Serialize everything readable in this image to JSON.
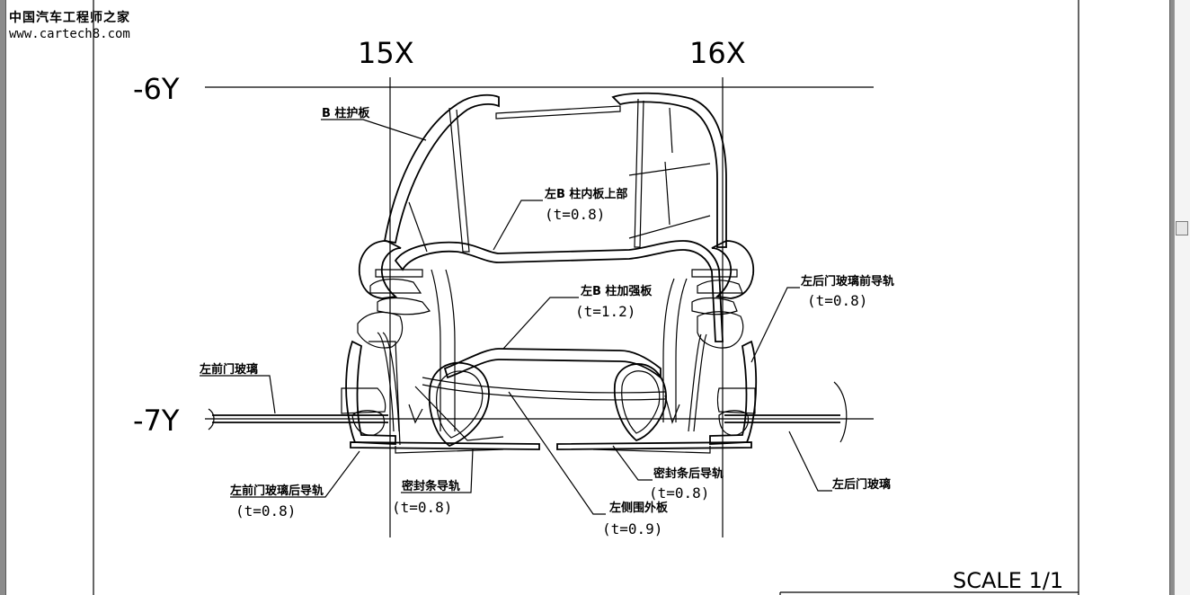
{
  "watermark": {
    "site_name": "中国汽车工程师之家",
    "url": "www.cartech8.com"
  },
  "grid": {
    "x_lines": [
      "15X",
      "16X"
    ],
    "y_lines": [
      "-6Y",
      "-7Y"
    ]
  },
  "labels": {
    "b_pillar_trim": "B 柱护板",
    "b_inner_upper": "左B 柱内板上部",
    "b_inner_upper_t": "(t=0.8)",
    "b_reinforcement": "左B 柱加强板",
    "b_reinforcement_t": "(t=1.2)",
    "rear_door_glass_front_guide": "左后门玻璃前导轨",
    "rear_door_glass_front_guide_t": "(t=0.8)",
    "front_door_glass": "左前门玻璃",
    "front_door_glass_rear_guide": "左前门玻璃后导轨",
    "front_door_glass_rear_guide_t": "(t=0.8)",
    "seal_strip_guide": "密封条导轨",
    "seal_strip_guide_t": "(t=0.8)",
    "seal_strip_rear_guide": "密封条后导轨",
    "seal_strip_rear_guide_t": "(t=0.8)",
    "body_side_outer": "左侧围外板",
    "body_side_outer_t": "(t=0.9)",
    "rear_door_glass": "左后门玻璃"
  },
  "scale": "SCALE 1/1"
}
